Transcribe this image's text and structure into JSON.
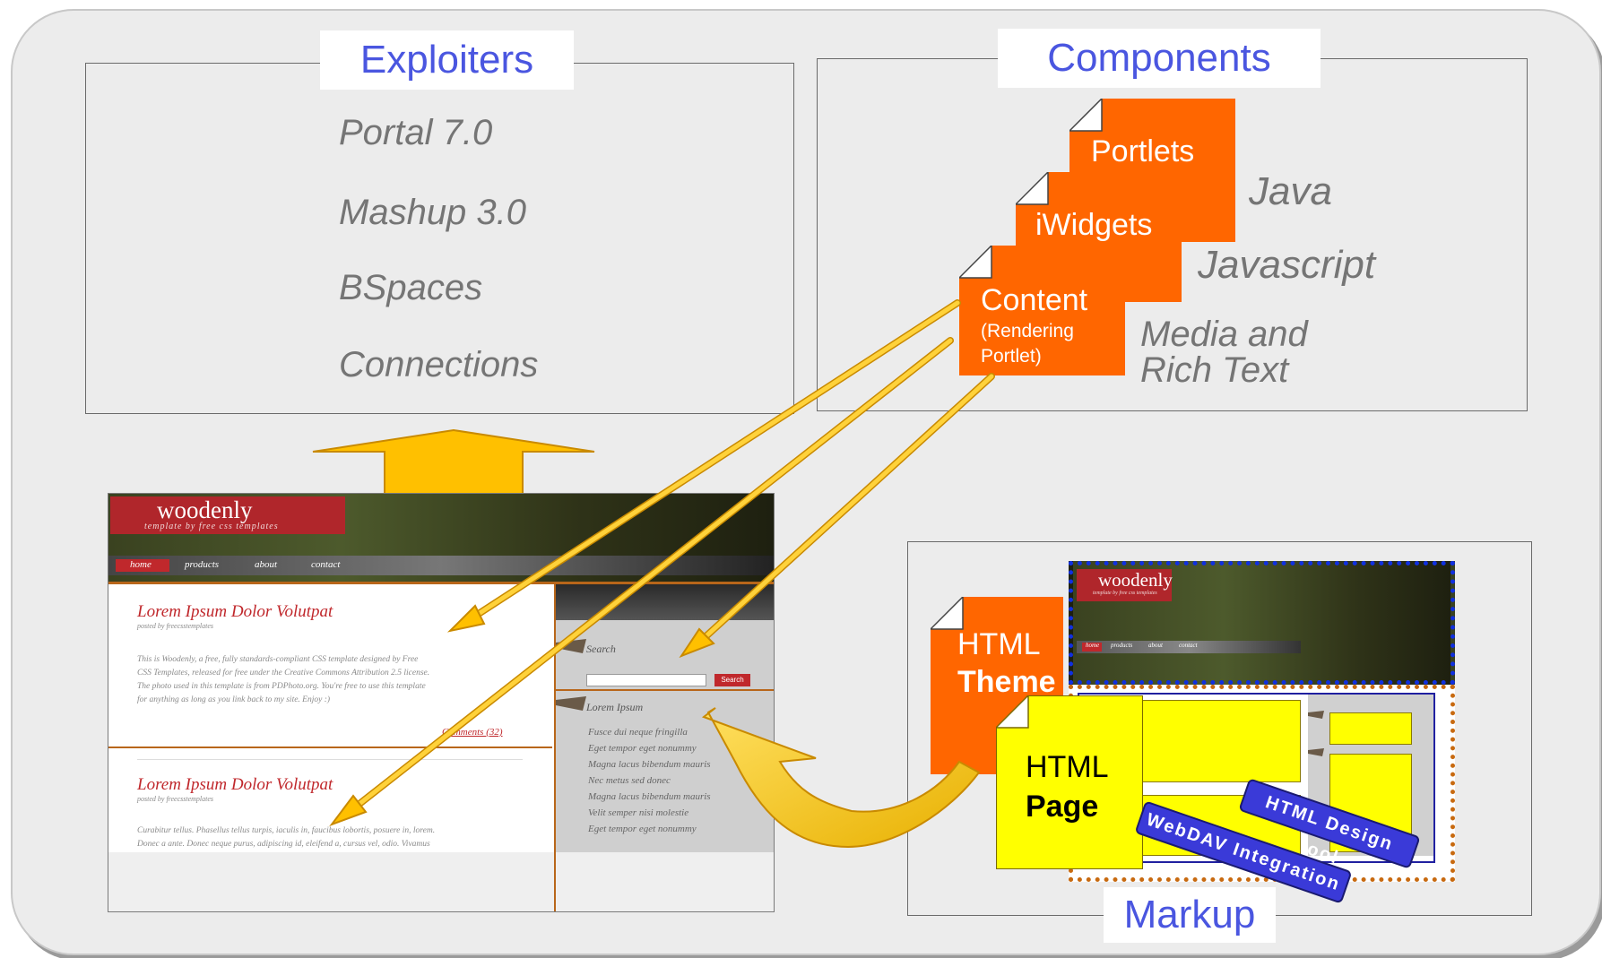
{
  "exploiters": {
    "title": "Exploiters",
    "items": [
      "Portal 7.0",
      "Mashup 3.0",
      "BSpaces",
      "Connections"
    ]
  },
  "components": {
    "title": "Components",
    "docs": {
      "portlets": "Portlets",
      "iwidgets": "iWidgets",
      "content": "Content",
      "content_sub1": "(Rendering",
      "content_sub2": "Portlet)"
    },
    "langs": {
      "java": "Java",
      "javascript": "Javascript",
      "media1": "Media and",
      "media2": "Rich Text"
    }
  },
  "markup": {
    "title": "Markup",
    "theme_line1": "HTML",
    "theme_line2": "Theme",
    "page_line1": "HTML",
    "page_line2": "Page",
    "banner_design": "HTML Design tool",
    "banner_webdav": "WebDAV Integration"
  },
  "site": {
    "logo": "woodenly",
    "tagline": "template by free css templates",
    "nav": [
      "home",
      "products",
      "about",
      "contact"
    ],
    "post1_title": "Lorem Ipsum Dolor Volutpat",
    "posted_by": "posted by freecsstemplates",
    "post1_body": [
      "This is Woodenly, a free, fully standards-compliant CSS template designed by Free",
      "CSS Templates, released for free under the Creative Commons Attribution 2.5 license.",
      "The photo used in this template is from PDPhoto.org. You're free to use this template",
      "for anything as long as you link back to my site. Enjoy :)"
    ],
    "comments": "Comments (32)",
    "post2_title": "Lorem Ipsum Dolor Volutpat",
    "post2_body": [
      "Curabitur tellus. Phasellus tellus turpis, iaculis in, faucibus lobortis, posuere in, lorem.",
      "Donec a ante. Donec neque purus, adipiscing id, eleifend a, cursus vel, odio. Vivamus"
    ],
    "search_title": "Search",
    "search_button": "Search",
    "list_title": "Lorem Ipsum",
    "list": [
      "Fusce dui neque fringilla",
      "Eget tempor eget nonummy",
      "Magna lacus bibendum mauris",
      "Nec metus sed donec",
      "Magna lacus bibendum mauris",
      "Velit semper nisi molestie",
      "Eget tempor eget nonummy"
    ]
  },
  "colors": {
    "title_blue": "#4a56e0",
    "doc_orange": "#ff6600",
    "arrow_yellow": "#ffc000",
    "site_red": "#c0282c",
    "page_yellow": "#ffff00"
  }
}
